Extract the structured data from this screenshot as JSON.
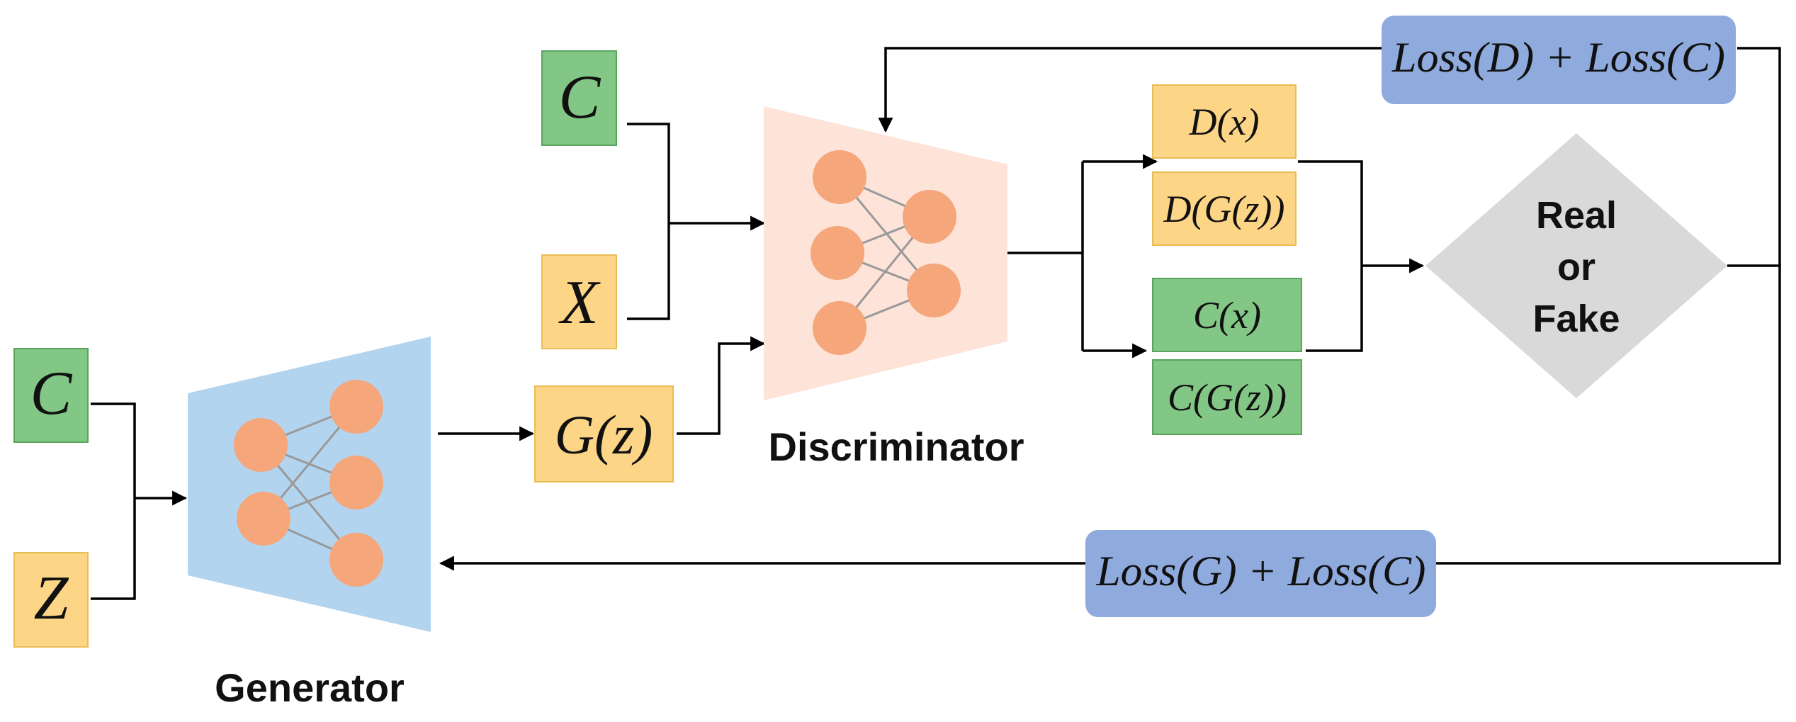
{
  "colors": {
    "condition_box": "#82c785",
    "condition_border": "#5aa35d",
    "sample_box": "#fcd586",
    "sample_border": "#e9bd55",
    "loss_box": "#8faadc",
    "generator_shape": "#b3d4ee",
    "discriminator_shape": "#fde3d8",
    "neuron": "#f5a67a",
    "decision": "#d9d9d9"
  },
  "generator_inputs": {
    "c": "C",
    "z": "Z"
  },
  "generator": {
    "label": "Generator"
  },
  "generator_output": {
    "text": "G(z)"
  },
  "discriminator_inputs": {
    "c": "C",
    "x": "X"
  },
  "discriminator": {
    "label": "Discriminator"
  },
  "outputs": {
    "d_real": "D(x)",
    "d_fake": "D(G(z))",
    "c_real": "C(x)",
    "c_fake": "C(G(z))"
  },
  "decision": {
    "line1": "Real",
    "line2": "or",
    "line3": "Fake"
  },
  "loss_discriminator": {
    "text": "Loss(D) + Loss(C)"
  },
  "loss_generator": {
    "text": "Loss(G) + Loss(C)"
  }
}
